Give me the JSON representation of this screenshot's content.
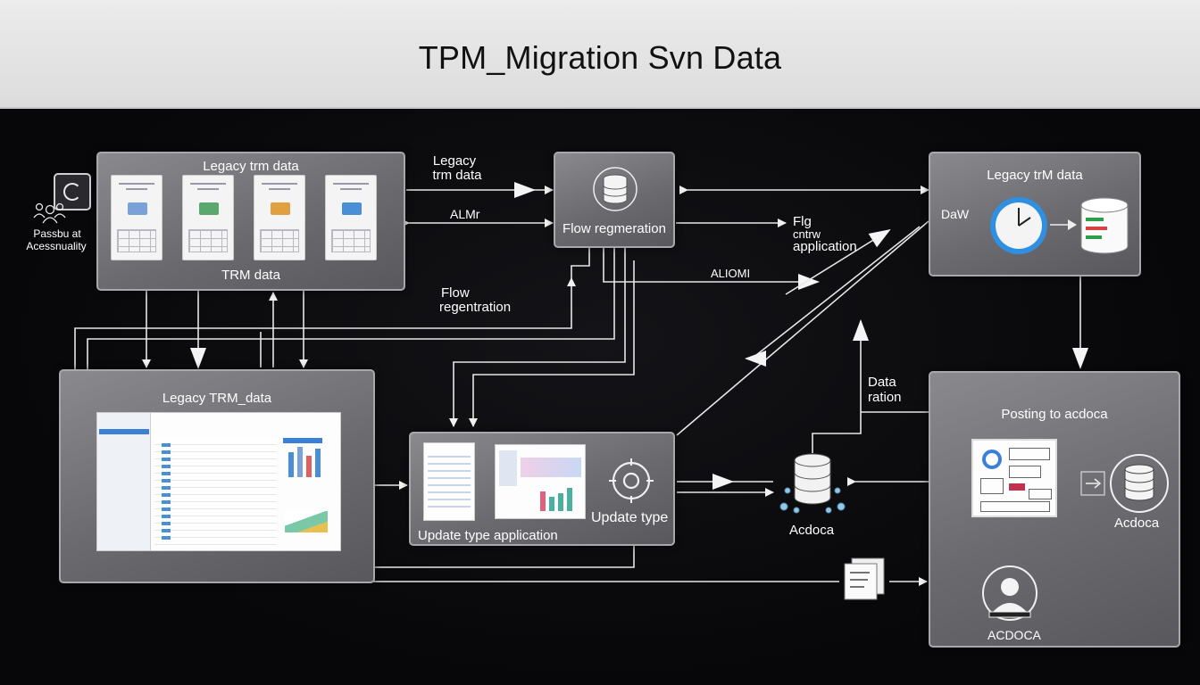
{
  "header": {
    "title": "TPM_Migration Svn Data"
  },
  "boxes": {
    "legacy_top": {
      "title": "Legacy trm data",
      "footer": "TRM data"
    },
    "flow": {
      "title": "Flow regmeration"
    },
    "legacy_right": {
      "title": "Legacy trM data",
      "side_label": "DaW"
    },
    "legacy_mid": {
      "title": "Legacy TRM_data"
    },
    "update": {
      "title": "Update type application",
      "side_label": "Update type"
    },
    "posting": {
      "title": "Posting to acdoca",
      "db_label": "Acdoca",
      "user_label": "ACDOCA"
    }
  },
  "side_icon": {
    "label_line1": "Passbu at",
    "label_line2": "Acessnuality",
    "icon": "refresh-icon"
  },
  "labels": {
    "legacy_trm_arrow_1": "Legacy",
    "legacy_trm_arrow_2": "trm data",
    "alm": "ALMr",
    "flow_regen_1": "Flow",
    "flow_regen_2": "regentration",
    "flg_1": "Flg",
    "flg_2": "cntrw",
    "flg_3": "application",
    "aliomi": "ALIOMI",
    "data_ration_1": "Data",
    "data_ration_2": "ration",
    "acdoca_db": "Acdoca"
  },
  "colors": {
    "box_fill": "#6f6f74",
    "box_border": "#a8a8ac",
    "wire": "#e8e8e8",
    "clock_blue": "#2f8fe0",
    "db_green": "#2f9e4a",
    "db_red": "#d94040"
  }
}
